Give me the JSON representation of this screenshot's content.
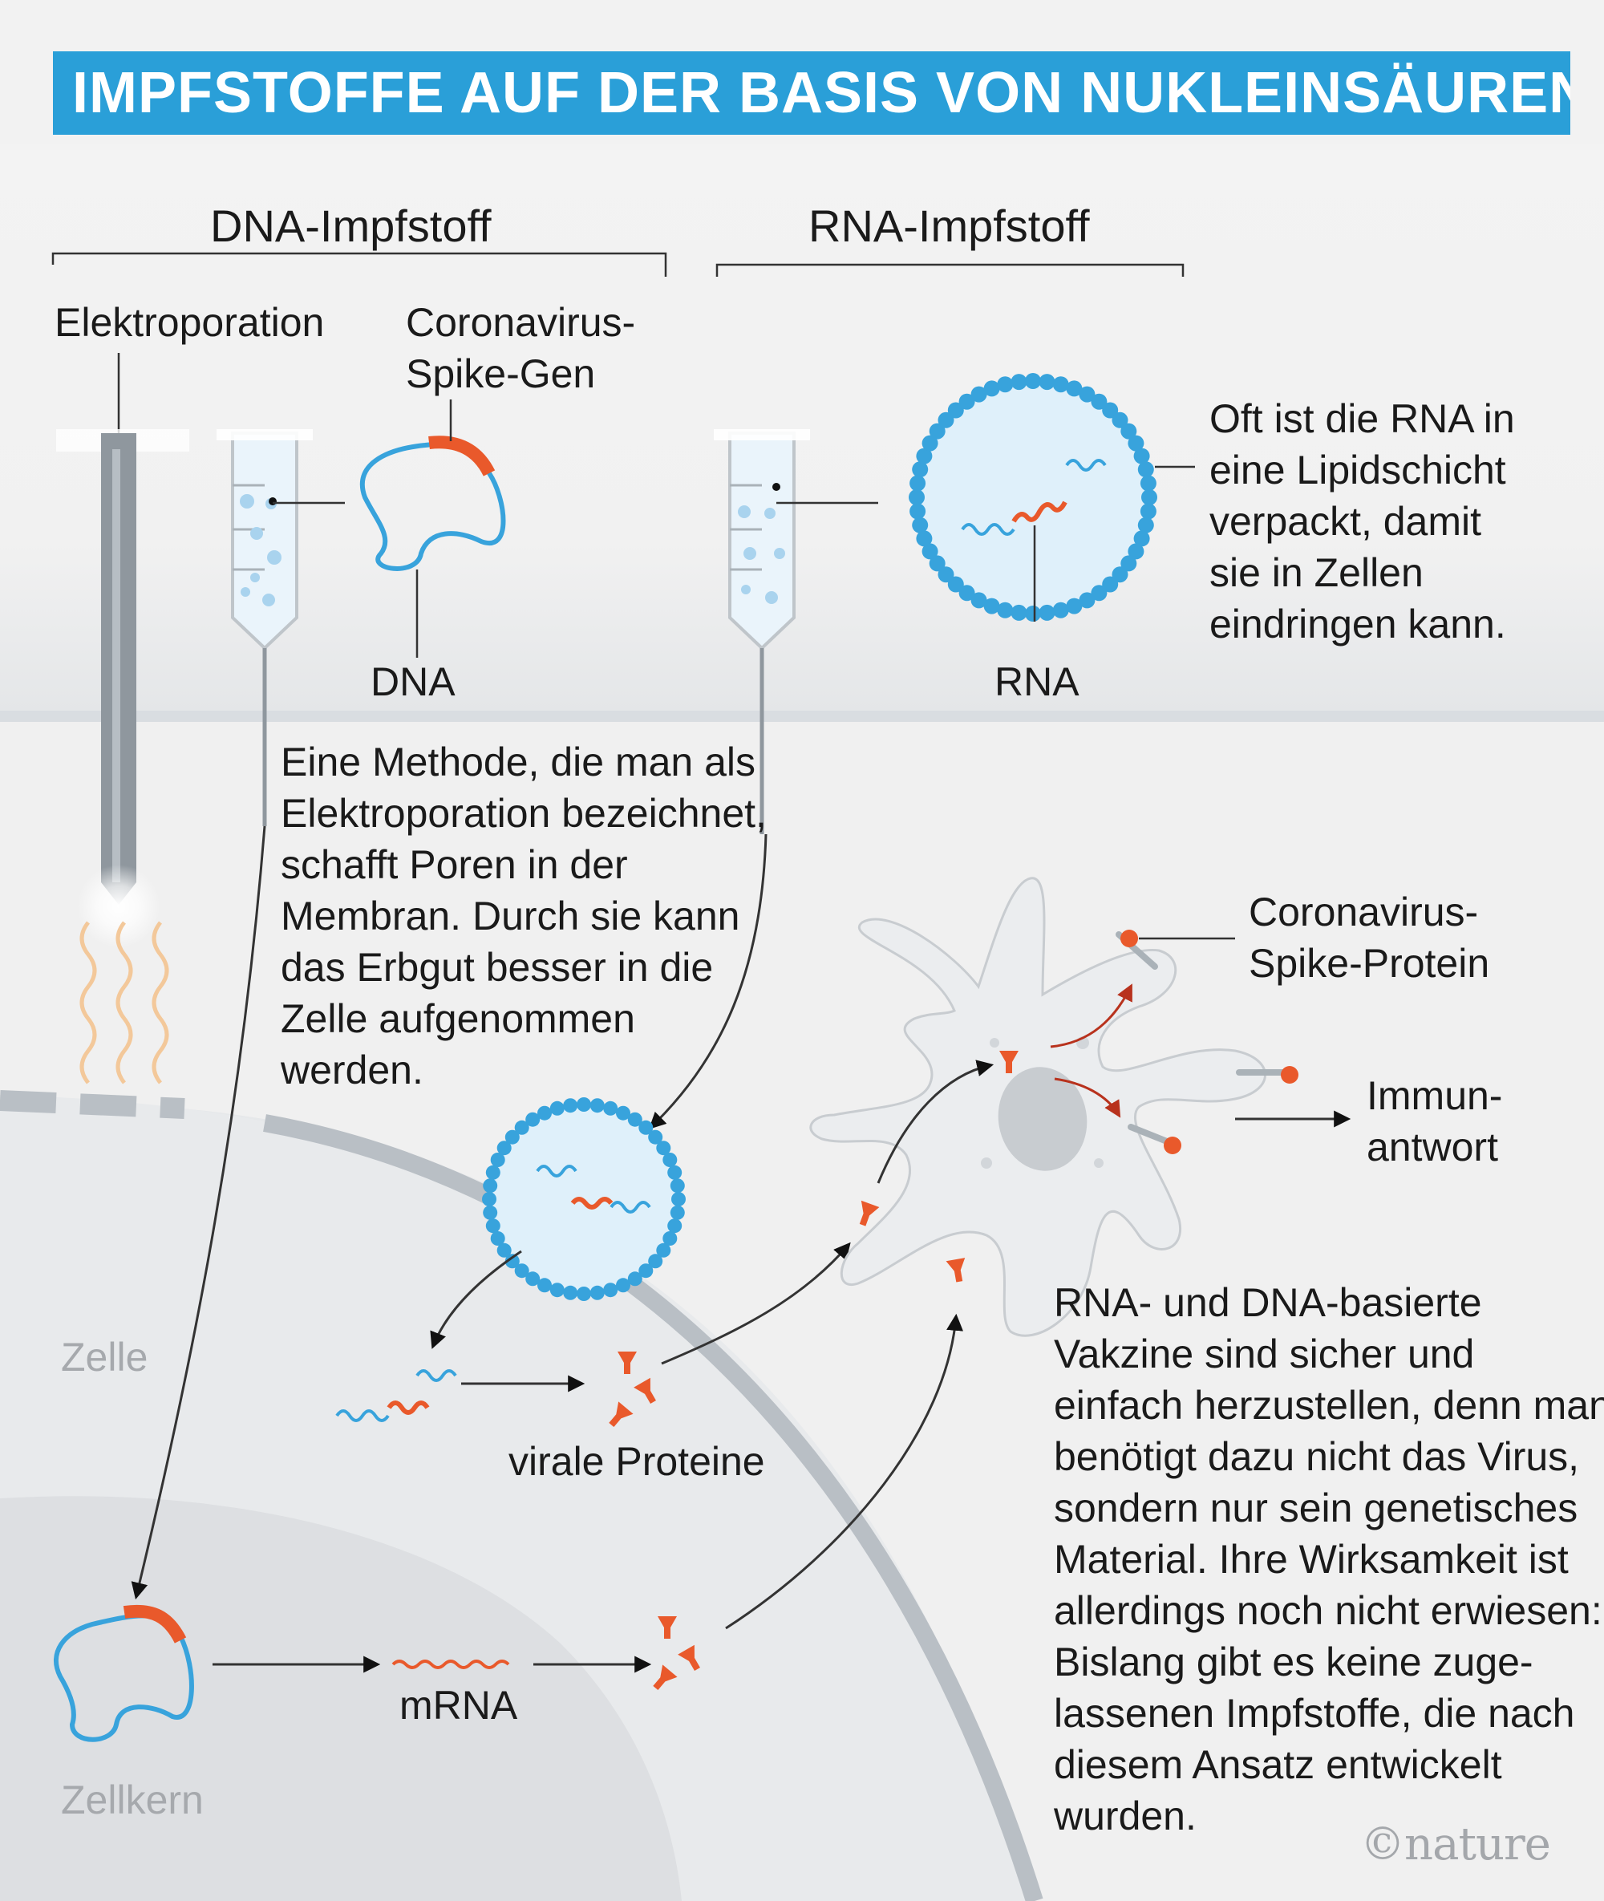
{
  "title": "IMPFSTOFFE AUF DER BASIS VON NUKLEINSÄUREN",
  "dna_vaccine_heading": "DNA-Impfstoff",
  "rna_vaccine_heading": "RNA-Impfstoff",
  "label_electroporation": "Elektroporation",
  "label_spike_gene": "Coronavirus-\nSpike-Gen",
  "label_dna": "DNA",
  "label_rna": "RNA",
  "text_lipid_layer": "Oft ist die RNA in\neine Lipidschicht\nverpackt, damit\nsie in Zellen\neindringen kann.",
  "text_electroporation_method": "Eine Methode, die man als\nElektroporation bezeichnet,\nschafft Poren in der\nMembran. Durch sie kann\ndas Erbgut besser in die\nZelle aufgenommen\nwerden.",
  "label_spike_protein": "Coronavirus-\nSpike-Protein",
  "label_immune_response": "Immun-\nantwort",
  "label_cell": "Zelle",
  "label_viral_proteins": "virale Proteine",
  "label_nucleus": "Zellkern",
  "label_mrna": "mRNA",
  "text_safety_note": "RNA- und DNA-basierte\nVakzine sind sicher und\neinfach herzustellen, denn man\nbenötigt dazu nicht das Virus,\nsondern nur sein genetisches\nMaterial. Ihre Wirksamkeit ist\nallerdings noch nicht erwiesen:\nBislang gibt es keine zuge-\nlassenen Impfstoffe, die nach\ndiesem Ansatz entwickelt\nwurden.",
  "logo_text": "©nature",
  "colors": {
    "title_bar": "#2a9fd8",
    "dna_blue": "#38a3dc",
    "spike_orange": "#e9592b",
    "membrane_grey": "#b9bfc5",
    "background": "#efefef"
  },
  "icons": [
    "electroporation-needle-icon",
    "syringe-icon",
    "lipid-nanoparticle-icon",
    "plasmid-dna-icon",
    "dendritic-cell-icon",
    "spike-protein-icon",
    "arrow-icon"
  ]
}
